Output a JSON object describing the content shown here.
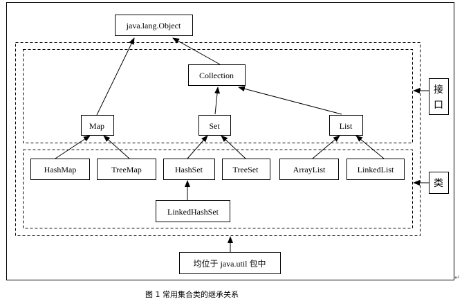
{
  "nodes": {
    "object": "java.lang.Object",
    "collection": "Collection",
    "map": "Map",
    "set": "Set",
    "list": "List",
    "hashmap": "HashMap",
    "treemap": "TreeMap",
    "hashset": "HashSet",
    "treeset": "TreeSet",
    "arraylist": "ArrayList",
    "linkedlist": "LinkedList",
    "linkedhashset": "LinkedHashSet",
    "package": "均位于 java.util 包中"
  },
  "side_labels": {
    "interface_top": "接",
    "interface_bottom": "口",
    "class": "类"
  },
  "caption": "图 1  常用集合类的继承关系",
  "paragraph_mark": "↵",
  "colors": {
    "line": "#000000",
    "background": "#ffffff"
  }
}
